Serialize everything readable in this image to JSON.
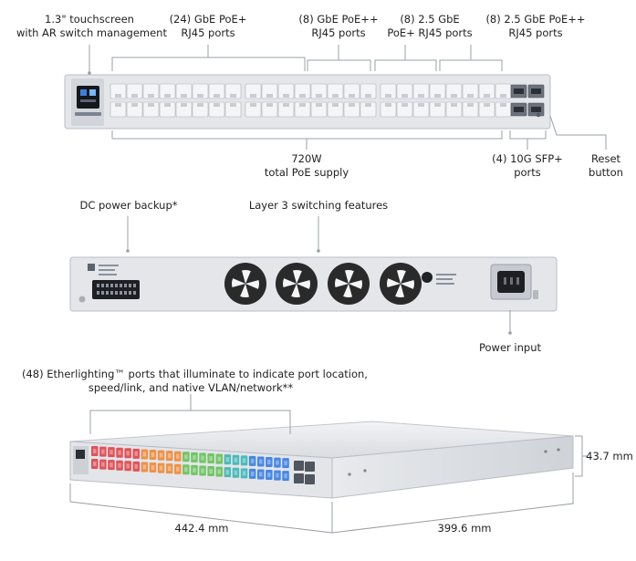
{
  "front_view": {
    "touchscreen": {
      "line1": "1.3\" touchscreen",
      "line2": "with AR switch management"
    },
    "gbe_poe_plus": {
      "line1": "(24) GbE PoE+",
      "line2": "RJ45 ports"
    },
    "gbe_poe_plusplus": {
      "line1": "(8) GbE PoE++",
      "line2": "RJ45 ports"
    },
    "gbe25_poe_plus": {
      "line1": "(8) 2.5 GbE",
      "line2": "PoE+ RJ45 ports"
    },
    "gbe25_poe_plusplus": {
      "line1": "(8) 2.5 GbE PoE++",
      "line2": "RJ45 ports"
    },
    "poe_supply": {
      "line1": "720W",
      "line2": "total PoE supply"
    },
    "sfp_ports": {
      "line1": "(4) 10G SFP+",
      "line2": "ports"
    },
    "reset": {
      "line1": "Reset",
      "line2": "button"
    }
  },
  "rear_view": {
    "dc_backup": "DC power backup*",
    "layer3": "Layer 3 switching features",
    "power_input": "Power input"
  },
  "perspective_view": {
    "etherlighting": {
      "line1": "(48) Etherlighting™ ports that illuminate to indicate port location,",
      "line2": "speed/link, and native VLAN/network**"
    },
    "height": "43.7 mm",
    "width": "442.4 mm",
    "depth": "399.6 mm"
  },
  "colors": {
    "chassis": "#dfe2e6",
    "chassis_edge": "#b9bec5",
    "port": "#f4f5f7",
    "leader_line": "#9aa0a6",
    "fan": "#2a2a2a",
    "led_red": "#e0474c",
    "led_orange": "#ee8b3a",
    "led_green": "#67c25a",
    "led_teal": "#3fb6b6",
    "led_blue": "#3a7fe0"
  }
}
